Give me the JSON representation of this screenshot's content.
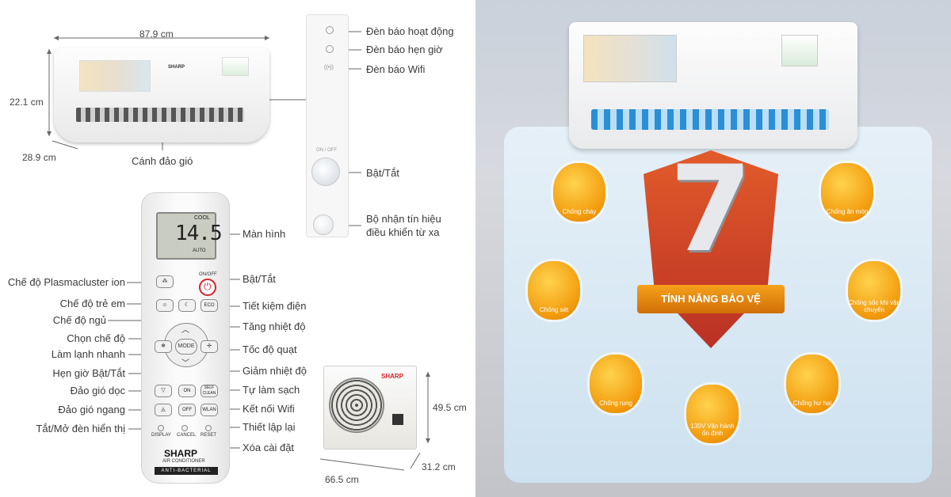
{
  "dimensions": {
    "indoor_width": "87.9 cm",
    "indoor_height": "22.1 cm",
    "indoor_depth": "28.9 cm",
    "outdoor_height": "49.5 cm",
    "outdoor_depth": "31.2 cm",
    "outdoor_width": "66.5 cm"
  },
  "indoor": {
    "louver_label": "Cánh đảo gió",
    "brand": "SHARP"
  },
  "panel": {
    "power_light": "Đèn báo hoạt động",
    "timer_light": "Đèn báo hẹn giờ",
    "wifi_light": "Đèn báo Wifi",
    "onoff_small": "ON / OFF",
    "power_button": "Bật/Tắt",
    "receiver": "Bộ nhận tín hiệu\nđiều khiển từ xa"
  },
  "remote": {
    "screen_mode": "COOL",
    "screen_temp": "14.5",
    "screen_auto": "AUTO",
    "screen_label": "Màn hình",
    "onoff_small": "ON/OFF",
    "mode_btn": "MODE",
    "eco_btn": "ECO",
    "on_btn": "ON",
    "off_btn": "OFF",
    "self_clean_btn": "SELF CLEAN",
    "wlan_btn": "WLAN",
    "display_btn": "DISPLAY",
    "cancel_btn": "CANCEL",
    "reset_btn": "RESET",
    "brand": "SHARP",
    "subbrand": "AIR CONDITIONER",
    "antibac": "ANTI-BACTERIAL",
    "left_labels": [
      "Chế độ Plasmacluster ion",
      "Chế độ trẻ em",
      "Chế độ ngủ",
      "Chọn chế độ",
      "Làm lạnh nhanh",
      "Hẹn giờ Bật/Tắt",
      "Đảo gió dọc",
      "Đảo gió ngang",
      "Tắt/Mở đèn hiển thị"
    ],
    "right_labels": [
      "Bật/Tắt",
      "Tiết kiệm điện",
      "Tăng nhiệt độ",
      "Tốc độ quạt",
      "Giảm nhiệt độ",
      "Tự làm sạch",
      "Kết nối Wifi",
      "Thiết lập lại",
      "Xóa cài đặt"
    ]
  },
  "outdoor": {
    "brand": "SHARP"
  },
  "promo": {
    "shield_number": "7",
    "shield_text": "TÍNH NĂNG BẢO VỆ",
    "badges": [
      "Chống cháy",
      "Chống ăn mòn",
      "Chống sét",
      "Chống sốc khi vận chuyển",
      "Chống rung",
      "130V Vận hành ổn định",
      "Chống hư hại"
    ]
  },
  "colors": {
    "accent_orange": "#f29a0c",
    "shield_red": "#c0311f",
    "brand_red": "#d8232a"
  }
}
